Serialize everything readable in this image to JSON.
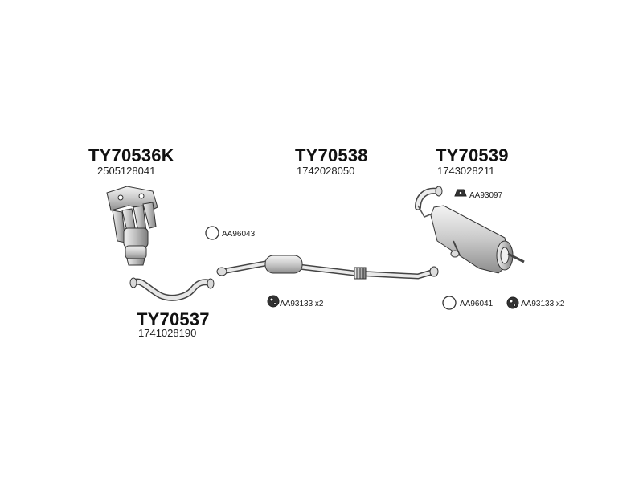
{
  "assemblies": [
    {
      "code": "TY70536K",
      "oem": "2505128041"
    },
    {
      "code": "TY70538",
      "oem": "1742028050"
    },
    {
      "code": "TY70539",
      "oem": "1743028211"
    },
    {
      "code": "TY70537",
      "oem": "1741028190"
    }
  ],
  "accessories": [
    {
      "code": "AA96043",
      "icon": "o-ring-icon"
    },
    {
      "code": "AA93133 x2",
      "icon": "rubber-mount-icon"
    },
    {
      "code": "AA93097",
      "icon": "rubber-hanger-icon"
    },
    {
      "code": "AA96041",
      "icon": "o-ring-icon"
    },
    {
      "code": "AA93133 x2",
      "icon": "rubber-mount-icon"
    }
  ]
}
